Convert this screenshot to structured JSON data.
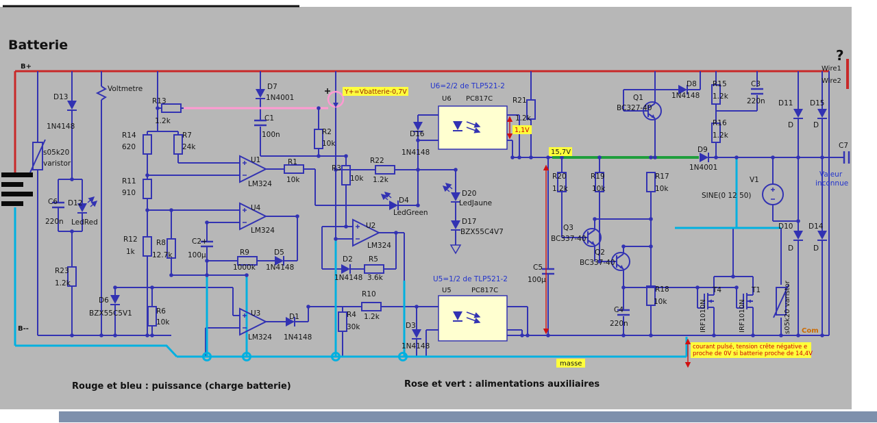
{
  "title": "Batterie",
  "marks": {
    "question": "?",
    "bplus": "B+",
    "bminus": "B--",
    "wire1": "Wire1",
    "wire2": "Wire2",
    "com": "Com",
    "voltmetre": "Voltmetre"
  },
  "annotations": {
    "yplus": "Y+=Vbatterie-0,7V",
    "u6_title": "U6=2/2 de TLP521-2",
    "u5_title": "U5=1/2 de TLP521-2",
    "v_opto": "1,1V",
    "v_rail": "15,7V",
    "masse": "masse",
    "valeur_1": "Valeur",
    "valeur_2": "inconnue",
    "pulse_1": "courant pulsé, tension crête négative e",
    "pulse_2": "proche de 0V si batterie proche de 14,4V"
  },
  "captions": {
    "left": "Rouge et bleu : puissance (charge batterie)",
    "right": "Rose et vert : alimentations auxiliaires"
  },
  "components": {
    "d13": {
      "ref": "D13",
      "val": "1N4148"
    },
    "varistor_left": {
      "ref": "s05k20",
      "val": "varistor"
    },
    "c6": {
      "ref": "C6",
      "val": "220n"
    },
    "d12": {
      "ref": "D12",
      "val": "LedRed"
    },
    "r23": {
      "ref": "R23",
      "val": "1.2k"
    },
    "d6": {
      "ref": "D6",
      "val": "BZX55C5V1"
    },
    "r6": {
      "ref": "R6",
      "val": "10k"
    },
    "r13": {
      "ref": "R13",
      "val": "1.2k"
    },
    "r14": {
      "ref": "R14",
      "val": "620"
    },
    "r7": {
      "ref": "R7",
      "val": "24k"
    },
    "r11": {
      "ref": "R11",
      "val": "910"
    },
    "r12": {
      "ref": "R12",
      "val": "1k"
    },
    "r8": {
      "ref": "R8",
      "val": "12.7k"
    },
    "u1": {
      "ref": "U1",
      "val": "LM324"
    },
    "r1": {
      "ref": "R1",
      "val": "10k"
    },
    "u4": {
      "ref": "U4",
      "val": "LM324"
    },
    "c2": {
      "ref": "C2+",
      "val": "100µ"
    },
    "r9": {
      "ref": "R9",
      "val": "1000k"
    },
    "d5": {
      "ref": "D5",
      "val": "1N4148"
    },
    "u3": {
      "ref": "U3",
      "val": "LM324"
    },
    "d1": {
      "ref": "D1",
      "val": "1N4148"
    },
    "d7": {
      "ref": "D7",
      "val": "1N4001"
    },
    "c1": {
      "ref": "C1",
      "val": "100n"
    },
    "r2": {
      "ref": "R2",
      "val": "10k"
    },
    "r3": {
      "ref": "R3",
      "val": "10k"
    },
    "u2": {
      "ref": "U2",
      "val": "LM324"
    },
    "d2": {
      "ref": "D2",
      "val": "1N4148"
    },
    "r5": {
      "ref": "R5",
      "val": "3.6k"
    },
    "r4": {
      "ref": "R4",
      "val": "30k"
    },
    "r10": {
      "ref": "R10",
      "val": "1.2k"
    },
    "d3": {
      "ref": "D3",
      "val": "1N4148"
    },
    "d16": {
      "ref": "D16",
      "val": "1N4148"
    },
    "r22": {
      "ref": "R22",
      "val": "1.2k"
    },
    "d4": {
      "ref": "D4",
      "val": "LedGreen"
    },
    "d20": {
      "ref": "D20",
      "val": "LedJaune"
    },
    "d17": {
      "ref": "D17",
      "val": "BZX55C4V7"
    },
    "u6": {
      "ref": "U6",
      "val": "PC817C"
    },
    "u5": {
      "ref": "U5",
      "val": "PC817C"
    },
    "r21": {
      "ref": "R21",
      "val": "1.2k"
    },
    "r20": {
      "ref": "R20",
      "val": "1.2k"
    },
    "r19": {
      "ref": "R19",
      "val": "10k"
    },
    "r17": {
      "ref": "R17",
      "val": "10k"
    },
    "q1": {
      "ref": "Q1",
      "val": "BC327-40"
    },
    "d8": {
      "ref": "D8",
      "val": "1N4148"
    },
    "r15": {
      "ref": "R15",
      "val": "1.2k"
    },
    "c3": {
      "ref": "C3",
      "val": "220n"
    },
    "r16": {
      "ref": "R16",
      "val": "1.2k"
    },
    "d9": {
      "ref": "D9",
      "val": "1N4001"
    },
    "d11": {
      "ref": "D11",
      "sub": "D"
    },
    "d15": {
      "ref": "D15",
      "sub": "D"
    },
    "c7": {
      "ref": "C7"
    },
    "v1": {
      "ref": "V1",
      "val": "SINE(0 12 50)"
    },
    "d10": {
      "ref": "D10",
      "sub": "D"
    },
    "d14": {
      "ref": "D14",
      "sub": "D"
    },
    "q3": {
      "ref": "Q3",
      "val": "BC337-40"
    },
    "q2": {
      "ref": "Q2",
      "val": "BC337-40"
    },
    "c5": {
      "ref": "C5",
      "val": "100µ"
    },
    "r18": {
      "ref": "R18",
      "val": "10k"
    },
    "c4": {
      "ref": "C4",
      "val": "220n"
    },
    "t4": {
      "ref": "T4",
      "val": "IRF1010N"
    },
    "t1": {
      "ref": "T1",
      "val": "IRF1010N"
    },
    "varistor_right": {
      "ref": "s05k20 varistor"
    }
  },
  "colors": {
    "power": "#c82828",
    "signal": "#3232b2",
    "ground": "#00b0e0",
    "aux_pink": "#ff9ad2",
    "aux_green": "#1f9e3c",
    "highlight": "#ffff3c"
  }
}
